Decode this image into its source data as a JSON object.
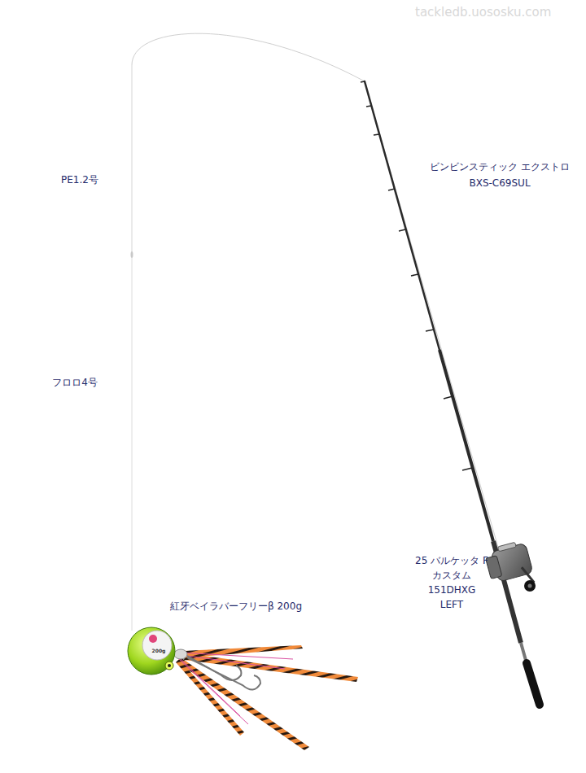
{
  "diagram": {
    "labels": [
      "tackledb.uososku.com",
      "PE1.2号",
      "フロロ4号",
      "ビンビンスティック エクストロ",
      "BXS-C69SUL",
      "25 バルケッタ F",
      "カスタム",
      "151DHXG",
      "LEFT",
      "紅牙ベイラバーフリーβ 200g",
      "200g"
    ]
  }
}
